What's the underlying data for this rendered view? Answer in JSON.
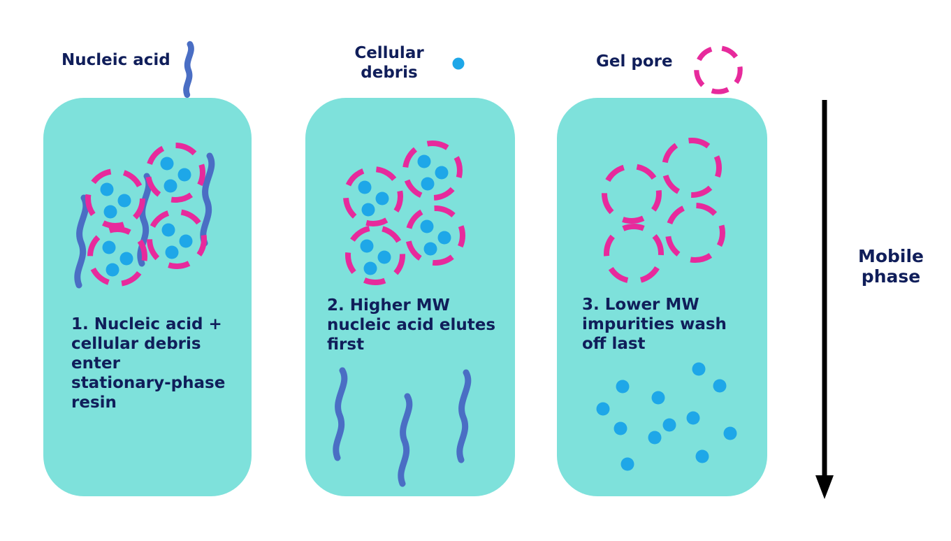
{
  "legend": {
    "nucleic_acid": "Nucleic acid",
    "cellular_debris": "Cellular\ndebris",
    "gel_pore": "Gel pore"
  },
  "panels": [
    {
      "caption": "1. Nucleic acid +\ncellular debris\nenter\nstationary-phase\nresin"
    },
    {
      "caption": "2. Higher MW\nnucleic acid elutes\nfirst"
    },
    {
      "caption": "3. Lower MW\nimpurities wash\noff last"
    }
  ],
  "mobile_phase": "Mobile\nphase",
  "colors": {
    "panel_fill": "#7EE1DB",
    "gel_pore_pink": "#E72A9C",
    "debris_blue": "#1EA7E8",
    "nucleic_acid_blue": "#4A6EC4",
    "text_navy": "#101E5A",
    "arrow_black": "#000000"
  }
}
